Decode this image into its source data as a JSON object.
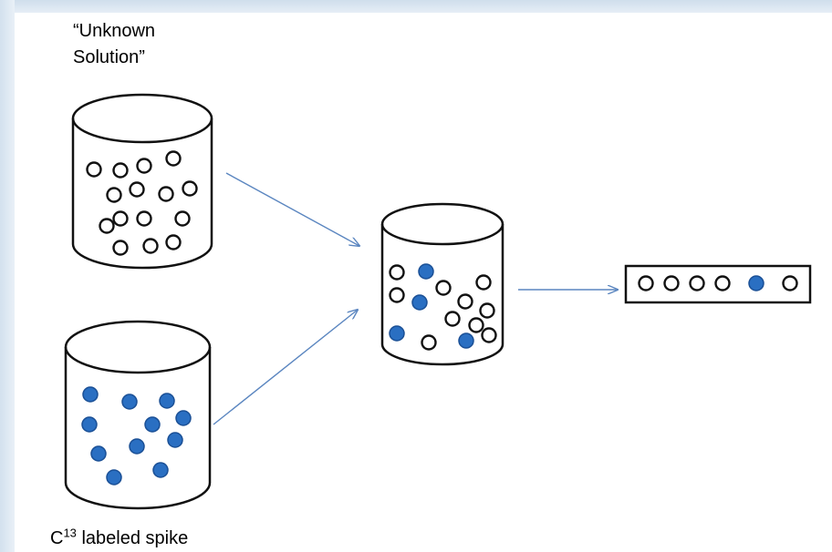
{
  "labels": {
    "unknown_line1": "“Unknown",
    "unknown_line2": "Solution”",
    "spike_prefix": "C",
    "spike_superscript": "13",
    "spike_suffix": " labeled spike"
  },
  "colors": {
    "outline": "#111111",
    "filled_particle": "#2a6fc2",
    "filled_particle_edge": "#1a4f95",
    "arrow": "#5b86c0",
    "frame": "#d3e1ee"
  }
}
